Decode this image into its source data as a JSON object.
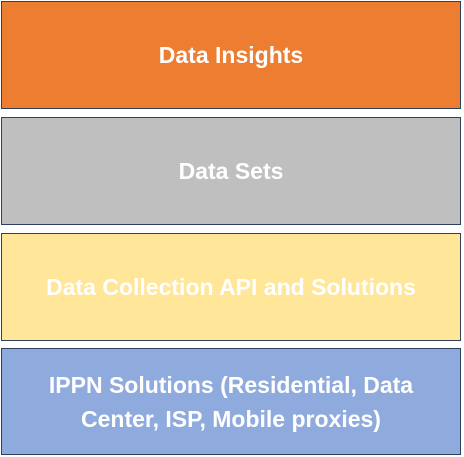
{
  "layers": [
    {
      "label": "Data Insights",
      "color": "#ed7d31"
    },
    {
      "label": "Data Sets",
      "color": "#bfbfbf"
    },
    {
      "label": "Data Collection API and Solutions",
      "color": "#ffe699"
    },
    {
      "label": "IPPN Solutions (Residential, Data Center, ISP, Mobile proxies)",
      "color": "#8faadc"
    }
  ]
}
